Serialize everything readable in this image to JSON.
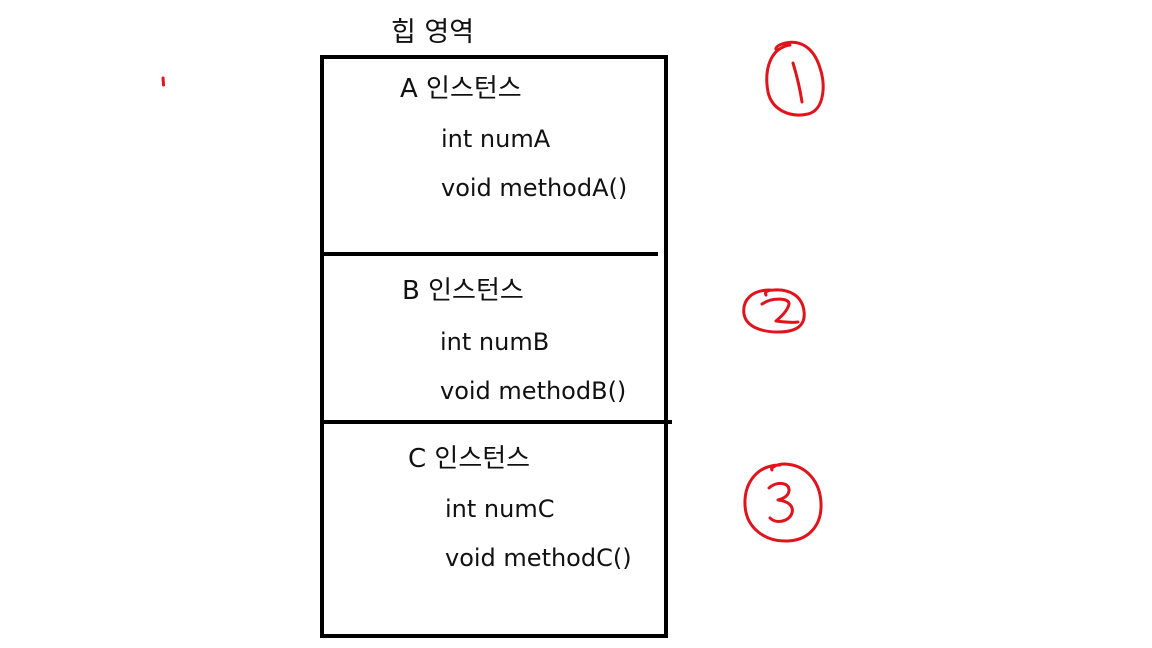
{
  "heap": {
    "title": "힙 영역"
  },
  "instances": [
    {
      "title": "A 인스턴스",
      "field": "int numA",
      "method": "void methodA()",
      "marker": "1"
    },
    {
      "title": "B 인스턴스",
      "field": "int numB",
      "method": "void methodB()",
      "marker": "2"
    },
    {
      "title": "C 인스턴스",
      "field": "int numC",
      "method": "void methodC()",
      "marker": "3"
    }
  ],
  "colors": {
    "box": "#000000",
    "annotation": "#e0141c",
    "text": "#111111"
  }
}
